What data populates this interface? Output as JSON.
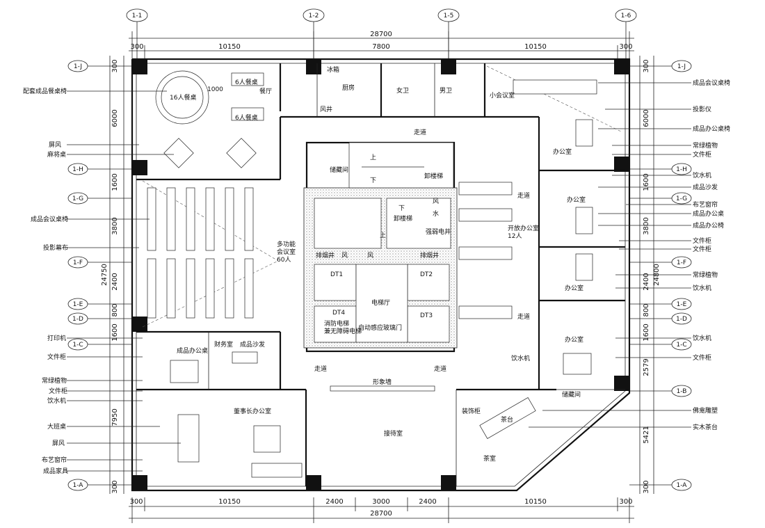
{
  "dimensions": {
    "top": [
      "300",
      "10150",
      "7800",
      "10150",
      "300"
    ],
    "top_total": "28700",
    "bottom": [
      "300",
      "10150",
      "2400",
      "3000",
      "2400",
      "10150",
      "300"
    ],
    "bottom_total": "28700",
    "left": [
      "300",
      "6000",
      "1600",
      "3800",
      "2400",
      "800",
      "1600",
      "7950",
      "300"
    ],
    "left_total": "24750",
    "right": [
      "300",
      "6000",
      "1600",
      "3800",
      "2400",
      "800",
      "1600",
      "2579",
      "5421",
      "300"
    ],
    "right_total": "24800"
  },
  "axes": {
    "top": [
      "1-1",
      "1-2",
      "1-5",
      "1-6"
    ],
    "left": [
      "1-J",
      "1-H",
      "1-G",
      "1-F",
      "1-E",
      "1-D",
      "1-C",
      "1-A"
    ],
    "right": [
      "1-J",
      "1-H",
      "1-G",
      "1-F",
      "1-E",
      "1-D",
      "1-C",
      "1-B",
      "1-A"
    ]
  },
  "rooms": {
    "r1": "餐厅",
    "r2": "6人餐桌",
    "r3": "6人餐桌",
    "r4": "16人餐桌",
    "r5": "1000",
    "r6": "厨房",
    "r7": "冰箱",
    "r8": "风井",
    "r9": "女卫",
    "r10": "男卫",
    "r11": "小会议室",
    "r12": "走道",
    "r13": "储藏间",
    "r14": "卸楼梯",
    "r15": "上",
    "r16": "下",
    "r17": "多功能\n会议室\n60人",
    "r18": "风",
    "r19": "水",
    "r20": "下",
    "r21": "卸楼梯",
    "r22": "上",
    "r23": "强弱电井",
    "r24": "排烟井",
    "r25": "风",
    "r26": "风",
    "r27": "排烟井",
    "r28": "DT1",
    "r29": "DT2",
    "r30": "DT3",
    "r31": "DT4",
    "r32": "电梯厅",
    "r33": "消防电梯\n兼无障碍电梯",
    "r34": "自动感应玻璃门",
    "r35": "开放办公室\n12人",
    "r36": "走道",
    "r37": "走道",
    "r38": "办公室",
    "r39": "办公室",
    "r40": "办公室",
    "r41": "办公室",
    "r42": "饮水机",
    "r43": "财务室",
    "r44": "成品沙发",
    "r45": "走道",
    "r46": "走道",
    "r47": "形象墙",
    "r48": "董事长办公室",
    "r49": "接待室",
    "r50": "装饰柜",
    "r51": "茶室",
    "r52": "储藏间",
    "r53": "茶台",
    "r54": "成品办公桌"
  },
  "annotations_left": [
    "配套成品餐桌椅",
    "屏风",
    "麻将桌",
    "成品会议桌椅",
    "投影幕布",
    "打印机",
    "文件柜",
    "常绿植物",
    "文件柜",
    "饮水机",
    "大班桌",
    "屏风",
    "布艺窗帘",
    "成品家具"
  ],
  "annotations_right": [
    "成品会议桌椅",
    "投影仪",
    "成品办公桌椅",
    "常绿植物",
    "文件柜",
    "饮水机",
    "成品沙发",
    "布艺窗帘",
    "成品办公桌",
    "成品办公椅",
    "文件柜",
    "文件柜",
    "常绿植物",
    "饮水机",
    "饮水机",
    "文件柜",
    "佛龛雕塑",
    "实木茶台"
  ]
}
